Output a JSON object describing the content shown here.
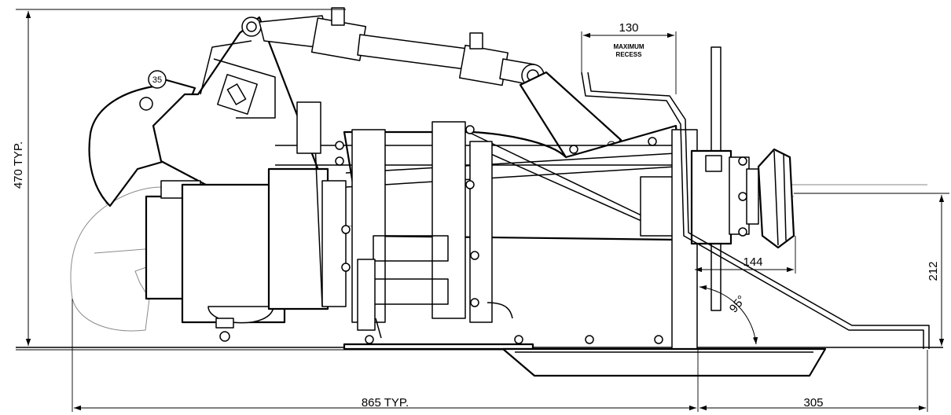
{
  "dimensions": {
    "height_total": "470 TYP.",
    "length_total": "865 TYP.",
    "rear_length": "305",
    "recess_width": "130",
    "recess_note_line1": "MAXIMUM",
    "recess_note_line2": "RECESS",
    "pulley_offset": "144",
    "pulley_height": "212",
    "angle": "95°"
  },
  "callouts": {
    "item_number": "35"
  }
}
